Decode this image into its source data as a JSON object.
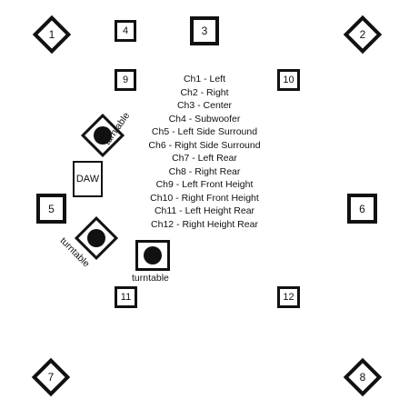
{
  "speakers": {
    "s1": "1",
    "s2": "2",
    "s3": "3",
    "s4": "4",
    "s5": "5",
    "s6": "6",
    "s7": "7",
    "s8": "8",
    "s9": "9",
    "s10": "10",
    "s11": "11",
    "s12": "12"
  },
  "legend": [
    "Ch1 - Left",
    "Ch2 - Right",
    "Ch3 - Center",
    "Ch4 - Subwoofer",
    "Ch5 - Left Side Surround",
    "Ch6 - Right Side Surround",
    "Ch7 - Left Rear",
    "Ch8 - Right Rear",
    "Ch9 - Left Front Height",
    "Ch10 - Right Front Height",
    "Ch11 - Left Height Rear",
    "Ch12 - Right Height Rear"
  ],
  "equipment": {
    "daw": "DAW",
    "turntable_1": "turntable",
    "turntable_2": "turntable",
    "turntable_3": "turntable"
  }
}
